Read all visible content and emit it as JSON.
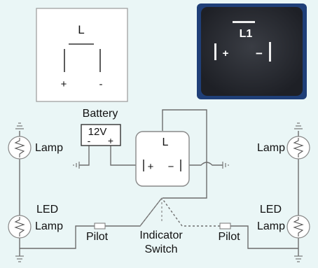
{
  "top_diagram": {
    "label": "L",
    "plus": "+",
    "minus": "-"
  },
  "relay_photo": {
    "label": "L1",
    "plus": "+",
    "minus": "−"
  },
  "battery": {
    "title": "Battery",
    "voltage": "12V",
    "minus": "-",
    "plus": "+"
  },
  "flasher": {
    "label": "L",
    "plus": "+",
    "minus": "−"
  },
  "left": {
    "lamp": "Lamp",
    "led_line1": "LED",
    "led_line2": "Lamp",
    "pilot": "Pilot"
  },
  "right": {
    "lamp": "Lamp",
    "led_line1": "LED",
    "led_line2": "Lamp",
    "pilot": "Pilot"
  },
  "switch": {
    "line1": "Indicator",
    "line2": "Switch"
  }
}
